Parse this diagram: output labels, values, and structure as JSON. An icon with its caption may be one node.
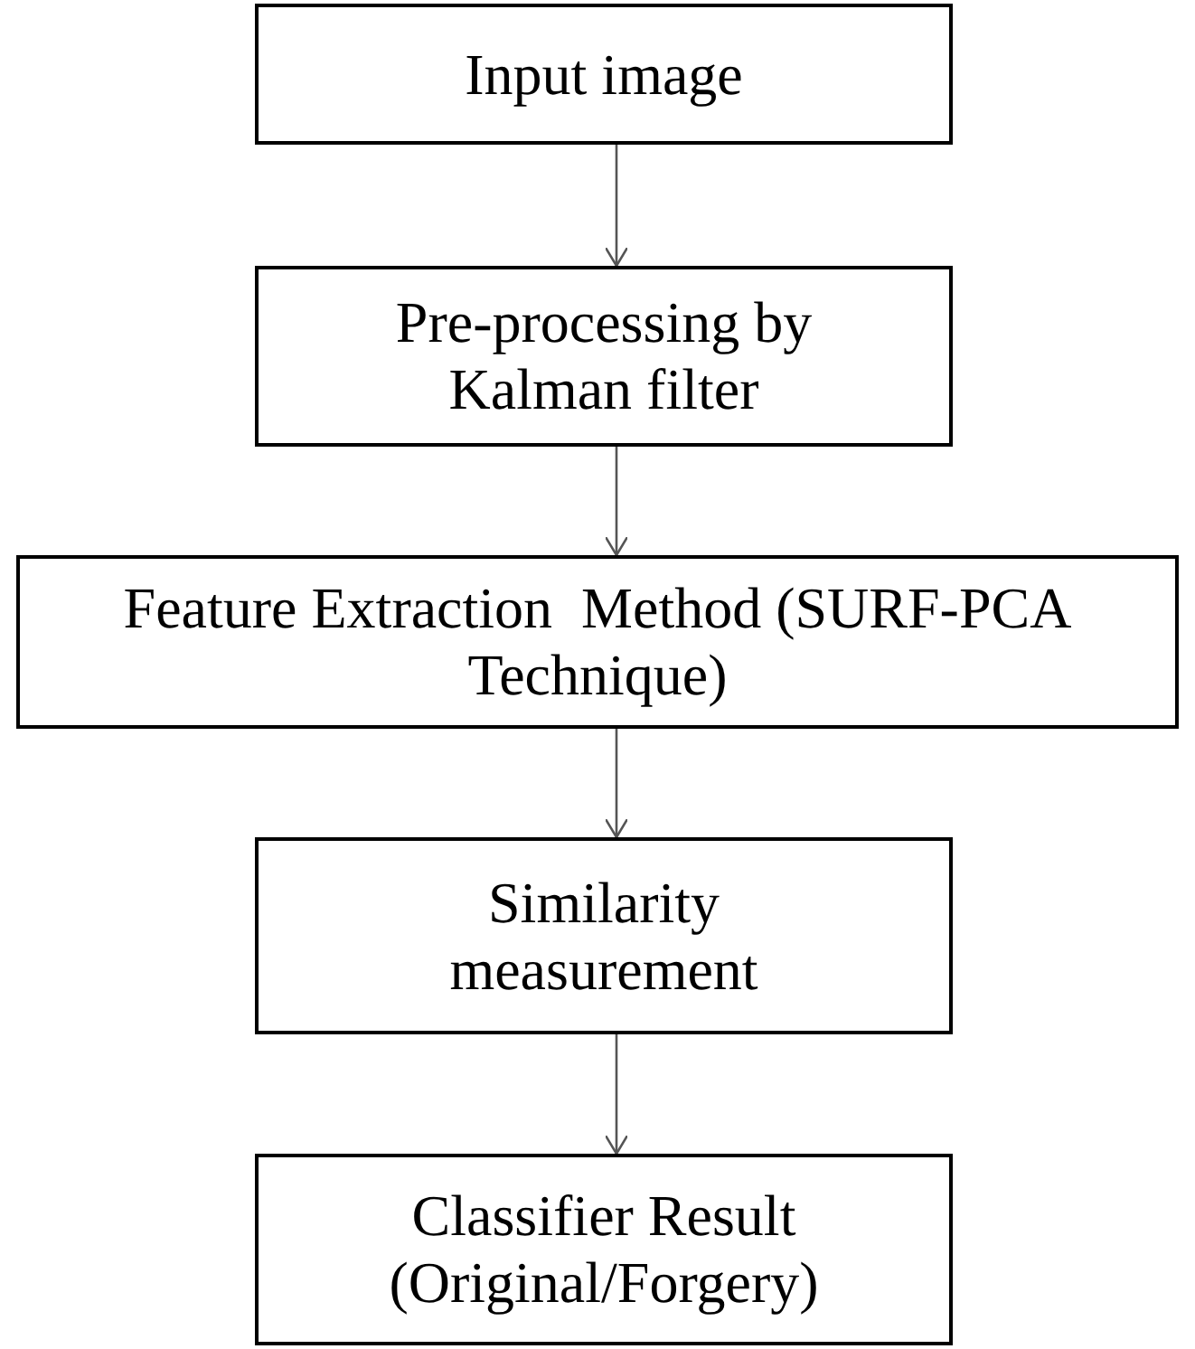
{
  "diagram": {
    "nodes": [
      {
        "text": [
          "Input image"
        ]
      },
      {
        "text": [
          "Pre-processing by Kalman filter"
        ]
      },
      {
        "text": [
          "Feature Extraction  Method (SURF-PCA Technique)"
        ]
      },
      {
        "text": [
          "Similarity measurement"
        ]
      },
      {
        "text": [
          "Classifier Result (Original/Forgery)"
        ]
      }
    ],
    "edges": [
      {
        "from": 0,
        "to": 1,
        "arrow": "to"
      },
      {
        "from": 1,
        "to": 2,
        "arrow": "to"
      },
      {
        "from": 2,
        "to": 3,
        "arrow": "to"
      },
      {
        "from": 3,
        "to": 4,
        "arrow": "to"
      }
    ]
  }
}
